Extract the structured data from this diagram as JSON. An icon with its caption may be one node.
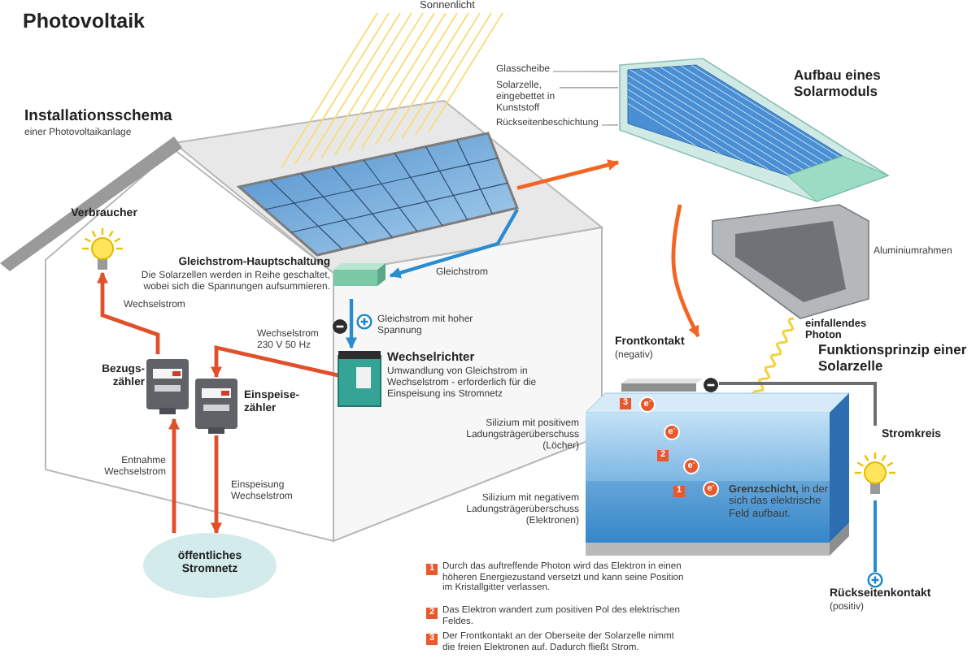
{
  "diagram": {
    "title": "Photovoltaik",
    "nodes": [
      {
        "text": [
          "Verbraucher"
        ]
      },
      {
        "text": [
          "Bezugs- zähler"
        ]
      },
      {
        "text": [
          "Einspeise- zähler"
        ]
      },
      {
        "text": [
          "öffentliches Stromnetz"
        ]
      },
      {
        "text": [
          "Wechselrichter",
          "Umwandlung von Gleichstrom in Wechselstrom - erforderlich für die Einspeisung ins Stromnetz"
        ]
      },
      {
        "text": [
          "Gleichstrom-Hauptschaltung",
          "Die Solarzellen werden in Reihe geschaltet, wobei sich die Spannungen aufsummieren."
        ]
      },
      {
        "text": [],
        "shape": "picture"
      },
      {
        "text": [
          "Glasscheibe"
        ]
      },
      {
        "text": [
          "Solarzelle, eingebettet in Kunststoff"
        ]
      },
      {
        "text": [
          "Rückseitenbeschichtung"
        ]
      },
      {
        "text": [
          "Aufbau eines Solarmoduls"
        ]
      },
      {
        "text": [
          "Frontkontakt",
          "(negativ)"
        ]
      },
      {
        "text": [
          "**Grenzschicht,** in der sich das elektrische Feld aufbaut."
        ],
        "beside": [
          "Silizium mit positivem Ladungsträgerüberschuss (Löcher)",
          "Silizium mit negativem Ladungsträgerüberschuss (Elektronen)"
        ]
      },
      {
        "text": [
          "Stromkreis"
        ]
      },
      {
        "text": [
          "Rückseitenkontakt",
          "(positiv)"
        ]
      }
    ],
    "edges": [
      {
        "from": 1,
        "to": 0,
        "arrow": "to",
        "label": "Wechselstrom"
      },
      {
        "from": 3,
        "to": 1,
        "arrow": "to",
        "label": "Entnahme Wechselstrom"
      },
      {
        "from": 2,
        "to": 3,
        "arrow": "to",
        "label": "Einspeisung Wechselstrom"
      },
      {
        "from": 4,
        "to": 2,
        "arrow": "to",
        "label": "Wechselstrom 230 V 50 Hz"
      },
      {
        "from": 5,
        "to": 4,
        "arrow": "to",
        "label": "Gleichstrom mit hoher Spannung",
        "color": "#2a8bd0"
      },
      {
        "from": 6,
        "to": 5,
        "arrow": "to",
        "label": "Gleichstrom",
        "color": "#2a8bd0"
      },
      {
        "from": 6,
        "to": 10,
        "arrow": "to",
        "color": "#f26522"
      },
      {
        "from": 10,
        "to": 11,
        "arrow": "to",
        "color": "#f26522"
      },
      {
        "from": 11,
        "to": 13,
        "arrow": "none",
        "color": "#6d6e71"
      },
      {
        "from": 13,
        "to": 14,
        "arrow": "none",
        "color": "#2a8bd0"
      },
      {
        "from": 7,
        "to": 10,
        "arrow": "none",
        "color": "#8c8c8c"
      },
      {
        "from": 8,
        "to": 10,
        "arrow": "none",
        "color": "#8c8c8c"
      },
      {
        "from": 9,
        "to": 10,
        "arrow": "none",
        "color": "#8c8c8c"
      }
    ],
    "labels": [
      "Sonnenlicht",
      "Installationsschema",
      "einer Photovoltaikanlage",
      "Aluminiumrahmen",
      "einfallendes Photon",
      "Funktionsprinzip einer Solarzelle",
      "3",
      "e$^{-}$",
      "e$^{-}$",
      "2",
      "e$^{-}$",
      "1",
      "e$^{-}$",
      "1",
      "Durch das auftreffende Photon wird das Elektron in einen höheren Energiezustand versetzt und kann seine Position im Kristallgitter verlassen.",
      "2",
      "Das Elektron wandert zum positiven Pol des elektrischen Feldes.",
      "3",
      "Der Frontkontakt an der Oberseite der Solarzelle nimmt die freien Elektronen auf. Dadurch fließt Strom."
    ]
  }
}
